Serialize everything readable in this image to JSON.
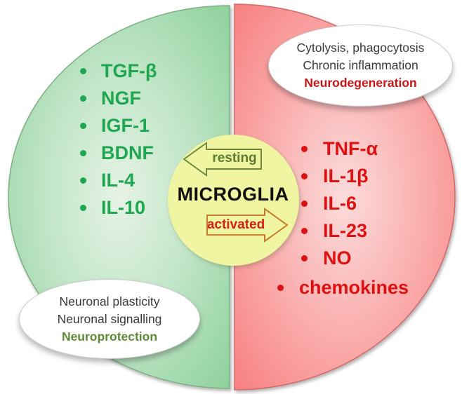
{
  "center": {
    "label": "MICROGLIA",
    "resting_arrow_label": "resting",
    "activated_arrow_label": "activated"
  },
  "resting_side": {
    "factors": [
      "TGF-β",
      "NGF",
      "IGF-1",
      "BDNF",
      "IL-4",
      "IL-10"
    ],
    "callout": {
      "lines": [
        "Neuronal plasticity",
        "Neuronal signalling"
      ],
      "highlight": "Neuroprotection"
    }
  },
  "activated_side": {
    "factors": [
      "TNF-α",
      "IL-1β",
      "IL-6",
      "IL-23",
      "NO",
      "chemokines"
    ],
    "callout": {
      "lines": [
        "Cytolysis, phagocytosis",
        "Chronic inflammation"
      ],
      "highlight": "Neurodegeneration"
    }
  },
  "colors": {
    "green_half_edge": "#8cd09a",
    "green_half_center": "#e6f3e6",
    "red_half_edge": "#f87e7e",
    "red_half_center": "#fcdcdc",
    "green_text": "#1ea750",
    "red_text": "#dd1111",
    "resting_text": "#5c7a33",
    "activated_text": "#cf2114",
    "arrow_left_outline": "#6f8a3f",
    "arrow_right_outline": "#c87a2e",
    "center_circle_fill": "#f0f5a2",
    "callout_highlight_red": "#c81616",
    "callout_highlight_green": "#5e8a38"
  }
}
